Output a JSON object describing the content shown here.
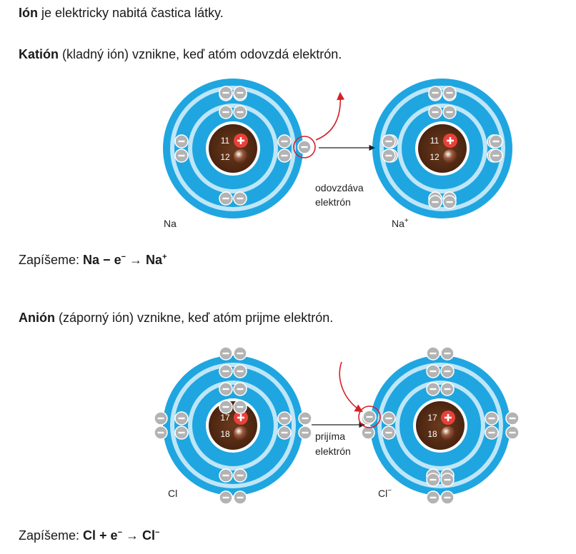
{
  "intro": {
    "term": "Ión",
    "rest": " je elektricky nabitá častica látky."
  },
  "cation": {
    "term": "Katión",
    "rest": " (kladný ión) vznikne, keď atóm odovzdá elektrón.",
    "atom_left_label": "Na",
    "atom_right_label": "Na",
    "atom_right_sup": "+",
    "arrow_label_1": "odovzdáva",
    "arrow_label_2": "elektrón",
    "protons": "11",
    "neutrons": "12",
    "equation_prefix": "Zapíšeme: ",
    "eq_a": "Na − e",
    "eq_sup1": "−",
    "eq_arrow": " → ",
    "eq_b": "Na",
    "eq_sup2": "+"
  },
  "anion": {
    "term": "Anión",
    "rest": " (záporný ión) vznikne, keď atóm prijme elektrón.",
    "atom_left_label": "Cl",
    "atom_right_label": "Cl",
    "atom_right_sup": "−",
    "arrow_label_1": "prijíma",
    "arrow_label_2": "elektrón",
    "protons": "17",
    "neutrons": "18",
    "equation_prefix": "Zapíšeme: ",
    "eq_a": "Cl + e",
    "eq_sup1": "−",
    "eq_arrow": " → ",
    "eq_b": "Cl",
    "eq_sup2": "−"
  },
  "colors": {
    "ring_outer": "#1fa6e0",
    "ring_light": "#bfe6f8",
    "nucleus": "#5a2e16",
    "proton": "#e8413a",
    "electron": "#b3b3b3",
    "arrow_red": "#d6202a"
  }
}
